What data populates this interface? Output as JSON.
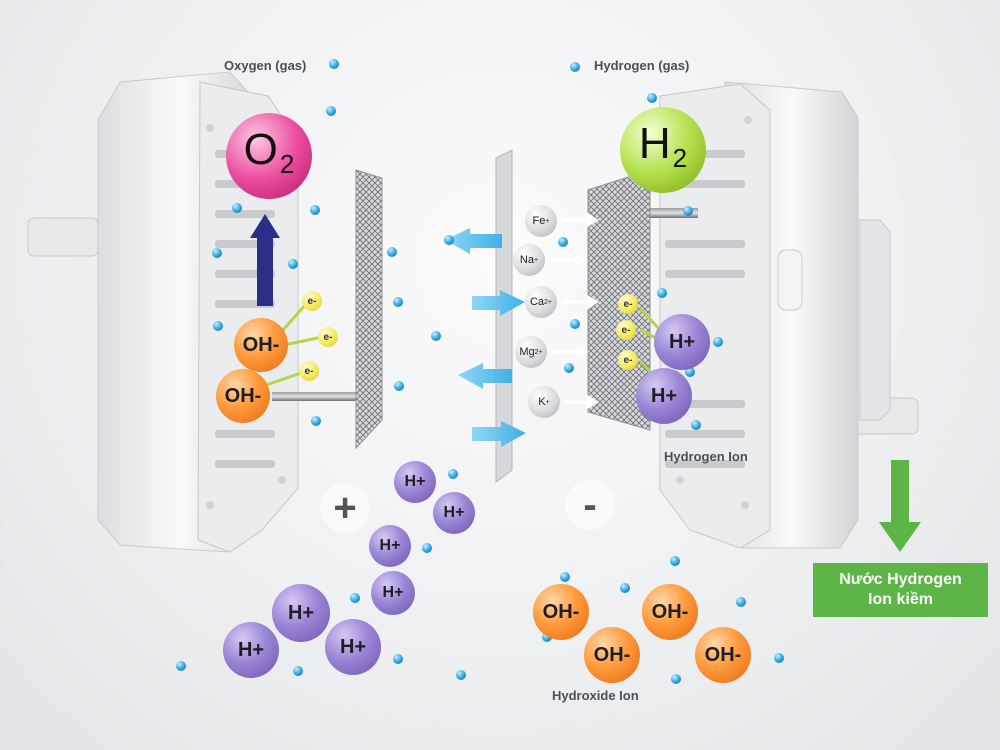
{
  "labels": {
    "oxygen_gas": "Oxygen (gas)",
    "hydrogen_gas": "Hydrogen (gas)",
    "hydrogen_ion": "Hydrogen Ion",
    "hydroxide_ion": "Hydroxide Ion"
  },
  "gases": {
    "oxygen": {
      "symbol": "O",
      "subscript": "2",
      "color": "#e8459a"
    },
    "hydrogen": {
      "symbol": "H",
      "subscript": "2",
      "color": "#a6d63a"
    }
  },
  "electrodes": {
    "anode_sign": "+",
    "cathode_sign": "-"
  },
  "ion_labels": {
    "hydroxide": "OH-",
    "hydrogen": "H+",
    "electron": "e-"
  },
  "minerals": [
    {
      "symbol": "Fe",
      "charge": "+"
    },
    {
      "symbol": "Na",
      "charge": "+"
    },
    {
      "symbol": "Ca",
      "charge": "2+"
    },
    {
      "symbol": "Mg",
      "charge": "2+"
    },
    {
      "symbol": "K",
      "charge": "+"
    }
  ],
  "product": {
    "line1": "Nước Hydrogen",
    "line2": "Ion kiềm",
    "color": "#5cb546"
  },
  "colors": {
    "arrow_up": "#2b2f8a",
    "arrow_down": "#5cb546",
    "flow_arrow": "#6cc4ee",
    "water_molecule": "#3fb1e6"
  }
}
